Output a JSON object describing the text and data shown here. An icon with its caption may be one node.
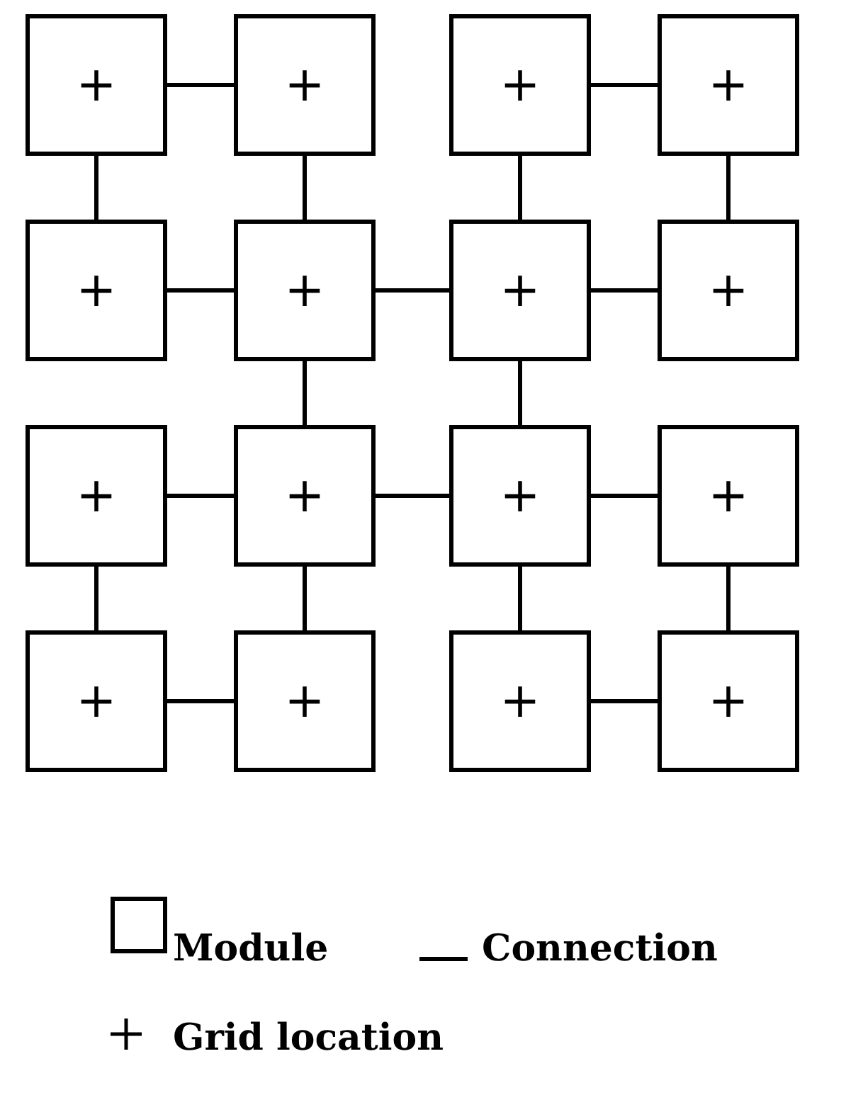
{
  "diagram": {
    "nodes": [
      {
        "text": [
          "+"
        ]
      },
      {
        "text": [
          "+"
        ]
      },
      {
        "text": [
          "+"
        ]
      },
      {
        "text": [
          "+"
        ]
      },
      {
        "text": [
          "+"
        ]
      },
      {
        "text": [
          "+"
        ]
      },
      {
        "text": [
          "+"
        ]
      },
      {
        "text": [
          "+"
        ]
      },
      {
        "text": [
          "+"
        ]
      },
      {
        "text": [
          "+"
        ]
      },
      {
        "text": [
          "+"
        ]
      },
      {
        "text": [
          "+"
        ]
      },
      {
        "text": [
          "+"
        ]
      },
      {
        "text": [
          "+"
        ]
      },
      {
        "text": [
          "+"
        ]
      },
      {
        "text": [
          "+"
        ]
      }
    ],
    "edges": [
      {
        "from": 0,
        "to": 1,
        "arrow": "none"
      },
      {
        "from": 2,
        "to": 3,
        "arrow": "none"
      },
      {
        "from": 0,
        "to": 4,
        "arrow": "none"
      },
      {
        "from": 1,
        "to": 5,
        "arrow": "none"
      },
      {
        "from": 2,
        "to": 6,
        "arrow": "none"
      },
      {
        "from": 3,
        "to": 7,
        "arrow": "none"
      },
      {
        "from": 4,
        "to": 5,
        "arrow": "none"
      },
      {
        "from": 5,
        "to": 6,
        "arrow": "none"
      },
      {
        "from": 6,
        "to": 7,
        "arrow": "none"
      },
      {
        "from": 5,
        "to": 9,
        "arrow": "none"
      },
      {
        "from": 6,
        "to": 10,
        "arrow": "none"
      },
      {
        "from": 8,
        "to": 9,
        "arrow": "none"
      },
      {
        "from": 9,
        "to": 10,
        "arrow": "none"
      },
      {
        "from": 10,
        "to": 11,
        "arrow": "none"
      },
      {
        "from": 8,
        "to": 12,
        "arrow": "none"
      },
      {
        "from": 9,
        "to": 13,
        "arrow": "none"
      },
      {
        "from": 10,
        "to": 14,
        "arrow": "none"
      },
      {
        "from": 11,
        "to": 15,
        "arrow": "none"
      },
      {
        "from": 12,
        "to": 13,
        "arrow": "none"
      },
      {
        "from": 14,
        "to": 15,
        "arrow": "none"
      }
    ],
    "legend": [
      {
        "text": "Module"
      },
      {
        "text": "Connection"
      },
      {
        "text": "Grid location"
      }
    ]
  }
}
